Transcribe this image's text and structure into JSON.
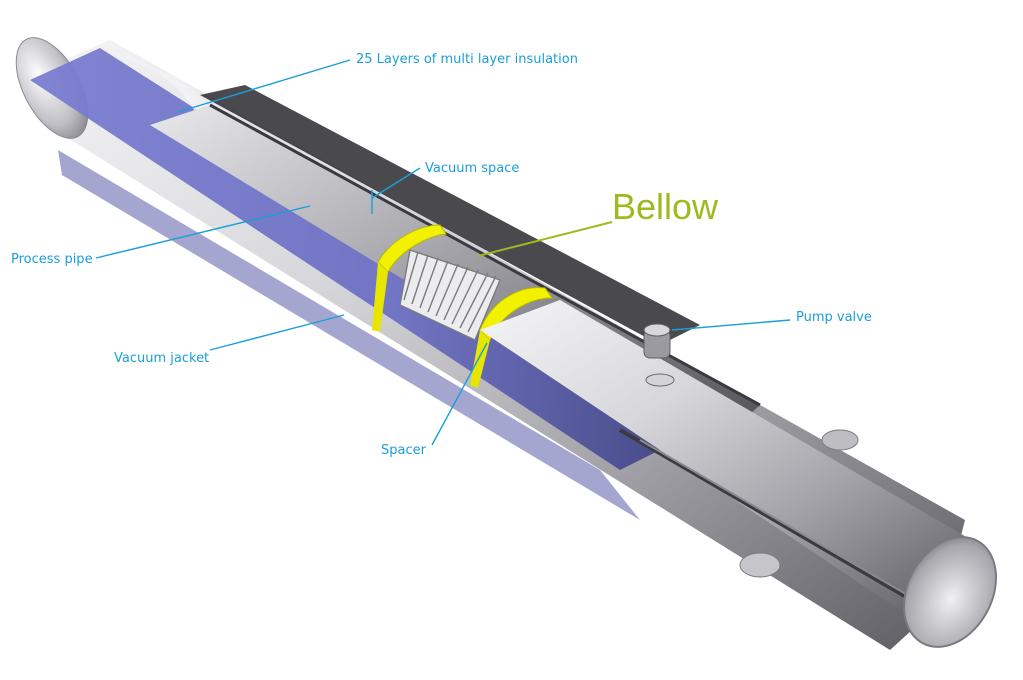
{
  "labels": {
    "mli": "25 Layers of multi layer insulation",
    "vacuum_space": "Vacuum space",
    "bellow": "Bellow",
    "process_pipe": "Process pipe",
    "pump_valve": "Pump valve",
    "vacuum_jacket": "Vacuum jacket",
    "spacer": "Spacer"
  },
  "colors": {
    "label": "#1a9fd8",
    "bellow_label": "#9bbb1f",
    "spacer": "#f2f200",
    "jacket_interior": "#6e72c4",
    "steel": "#c8c8cc"
  }
}
